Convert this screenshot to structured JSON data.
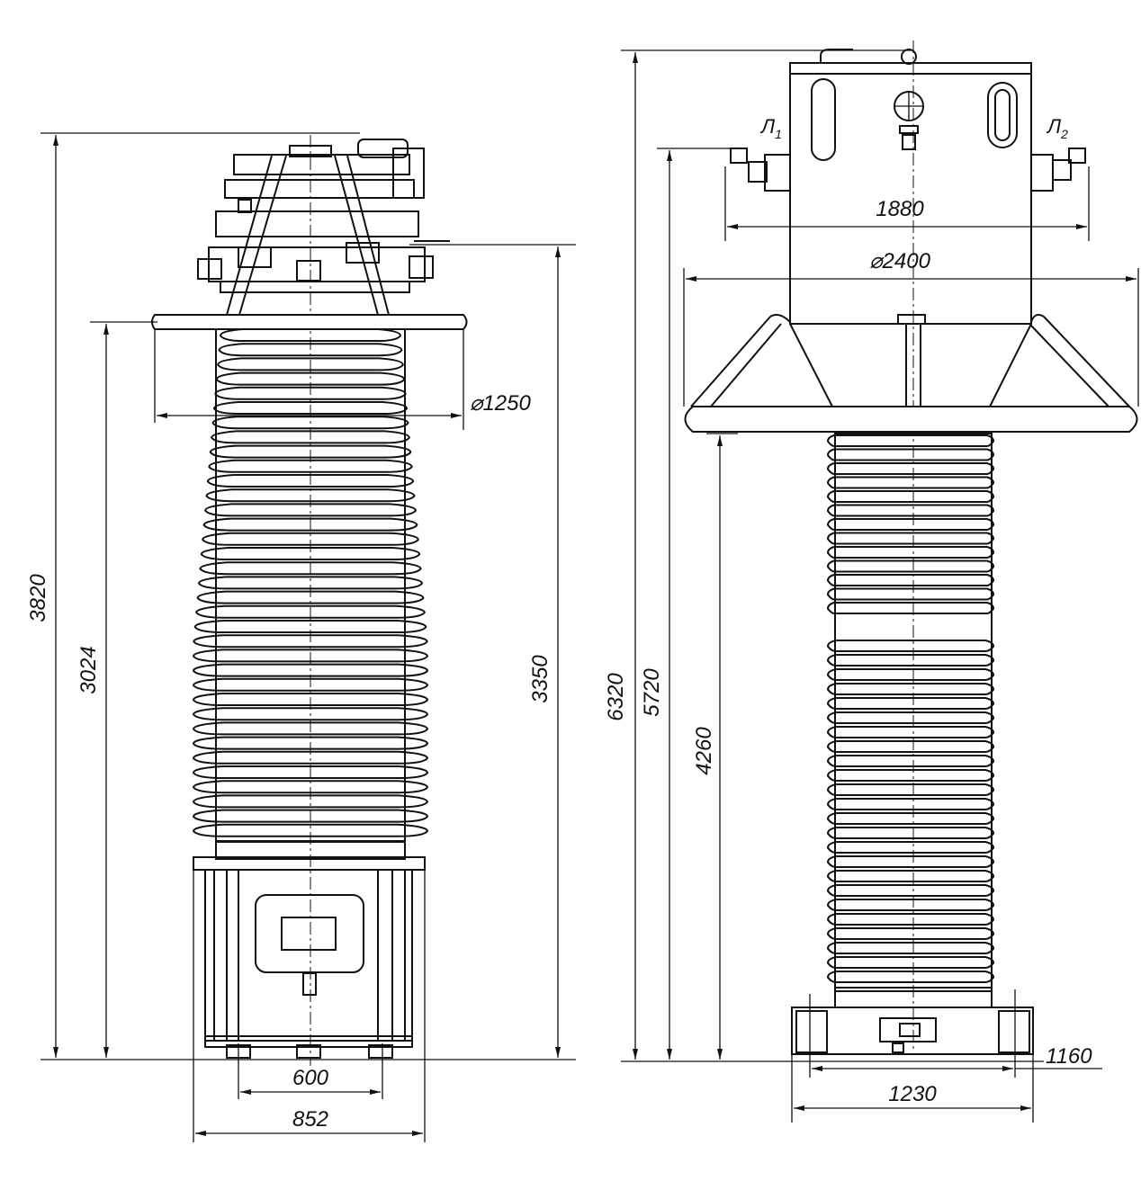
{
  "left_view": {
    "dimensions": {
      "total_height": "3820",
      "insulator_height": "3024",
      "upper_height": "3350",
      "shed_diameter": "⌀1250",
      "bolt_spacing": "600",
      "base_width": "852"
    }
  },
  "right_view": {
    "dimensions": {
      "total_height": "6320",
      "height_to_terminals": "5720",
      "insulator_height": "4260",
      "terminal_span": "1880",
      "top_diameter": "⌀2400",
      "base_depth": "1160",
      "base_width": "1230"
    },
    "terminals": {
      "left": "Л",
      "left_sub": "1",
      "right": "Л",
      "right_sub": "2"
    }
  }
}
